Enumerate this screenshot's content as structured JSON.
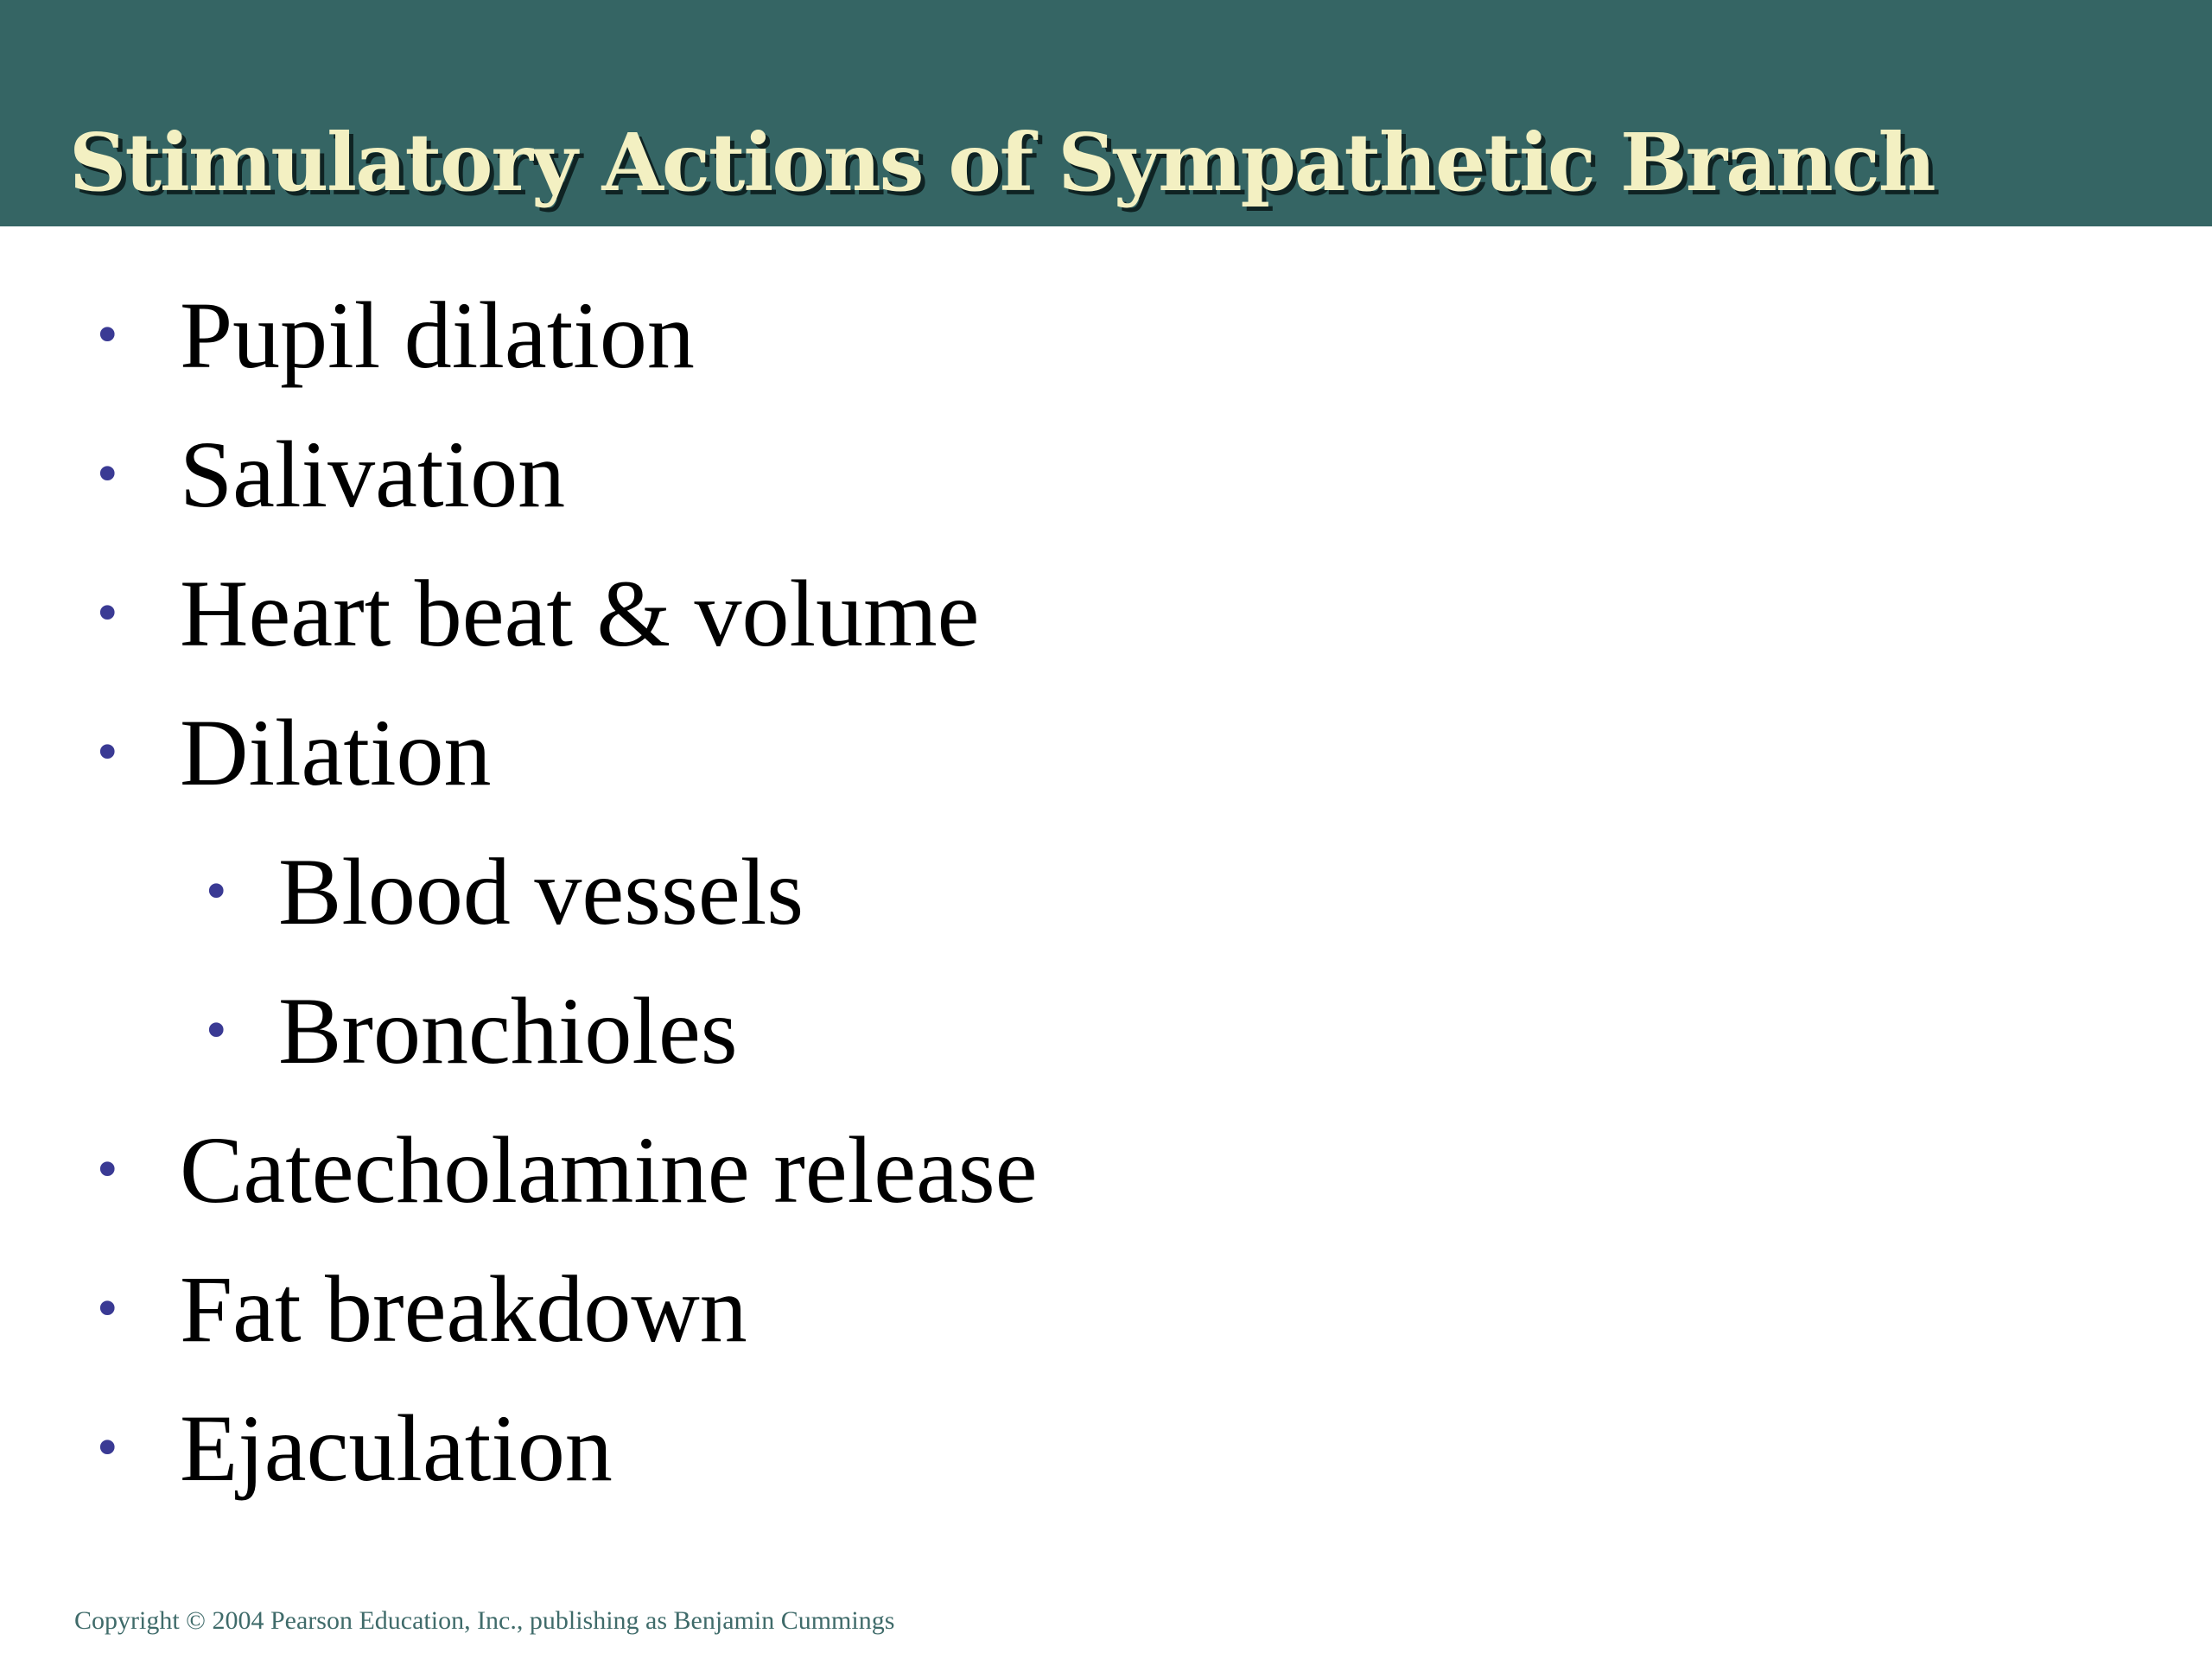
{
  "slide": {
    "title": "Stimulatory Actions of Sympathetic Branch",
    "bullets": [
      {
        "text": "Pupil dilation",
        "level": 1
      },
      {
        "text": "Salivation",
        "level": 1
      },
      {
        "text": "Heart beat & volume",
        "level": 1
      },
      {
        "text": "Dilation",
        "level": 1
      },
      {
        "text": "Blood vessels",
        "level": 2
      },
      {
        "text": "Bronchioles",
        "level": 2
      },
      {
        "text": "Catecholamine release",
        "level": 1
      },
      {
        "text": "Fat breakdown",
        "level": 1
      },
      {
        "text": "Ejaculation",
        "level": 1
      }
    ],
    "bullet_symbol": "•",
    "copyright": "Copyright © 2004 Pearson Education, Inc., publishing as Benjamin Cummings"
  },
  "colors": {
    "title_bar": "#356564",
    "title_text": "#f3f0c2",
    "bullet": "#3a3a94",
    "body_text": "#000000",
    "copyright_text": "#3f6b6a"
  }
}
